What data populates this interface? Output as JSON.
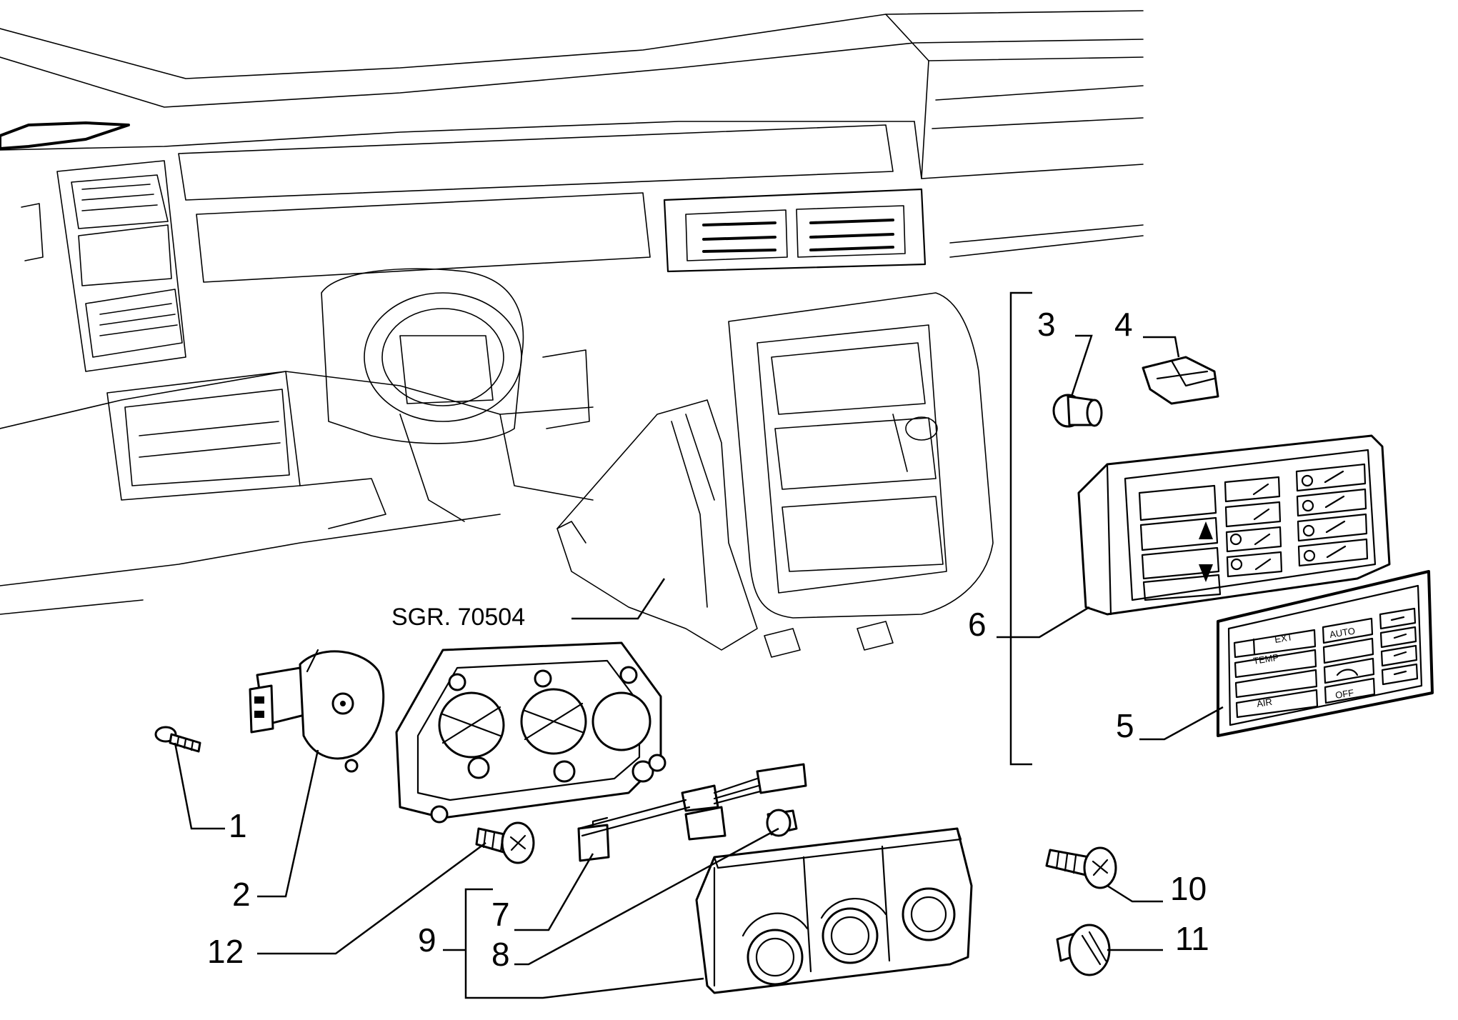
{
  "diagram": {
    "reference": "SGR. 70504",
    "callouts": {
      "c1": "1",
      "c2": "2",
      "c3": "3",
      "c4": "4",
      "c5": "5",
      "c6": "6",
      "c7": "7",
      "c8": "8",
      "c9": "9",
      "c10": "10",
      "c11": "11",
      "c12": "12"
    },
    "panel_labels": {
      "ext": "EXT",
      "temp": "TEMP",
      "air": "AIR",
      "auto": "AUTO",
      "off": "OFF"
    }
  }
}
